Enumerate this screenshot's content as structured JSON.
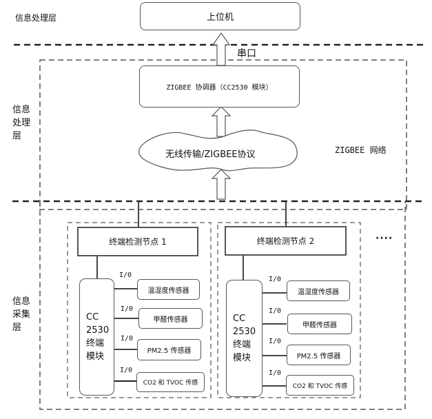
{
  "layers": {
    "top_label": "信息处理层",
    "middle_label": [
      "信息",
      "处理",
      "层"
    ],
    "bottom_label": [
      "信息",
      "采集",
      "层"
    ]
  },
  "host": {
    "label": "上位机"
  },
  "serial_label": "串口",
  "coordinator": {
    "label": "ZIGBEE 协调器（CC2530 模块）"
  },
  "cloud": {
    "label": "无线传输/ZIGBEE协议"
  },
  "network_label": "ZIGBEE 网络",
  "ellipsis": "····",
  "nodes": [
    {
      "title": "终端检测节点 1",
      "module": [
        "CC",
        "2530",
        "终端",
        "模块"
      ],
      "sensors": [
        {
          "io": "I/0",
          "label": "温湿度传感器"
        },
        {
          "io": "I/0",
          "label": "甲醛传感器"
        },
        {
          "io": "I/0",
          "label": "PM2.5 传感器"
        },
        {
          "io": "I/0",
          "label": "CO2 和 TVOC 传感"
        }
      ]
    },
    {
      "title": "终端检测节点 2",
      "module": [
        "CC",
        "2530",
        "终端",
        "模块"
      ],
      "sensors": [
        {
          "io": "I/0",
          "label": "温湿度传感器"
        },
        {
          "io": "I/0",
          "label": "甲醛传感器"
        },
        {
          "io": "I/0",
          "label": "PM2.5 传感器"
        },
        {
          "io": "I/0",
          "label": "CO2 和 TVOC 传感"
        }
      ]
    }
  ],
  "colors": {
    "line": "#555555",
    "dash": "#222222",
    "text": "#111111"
  }
}
